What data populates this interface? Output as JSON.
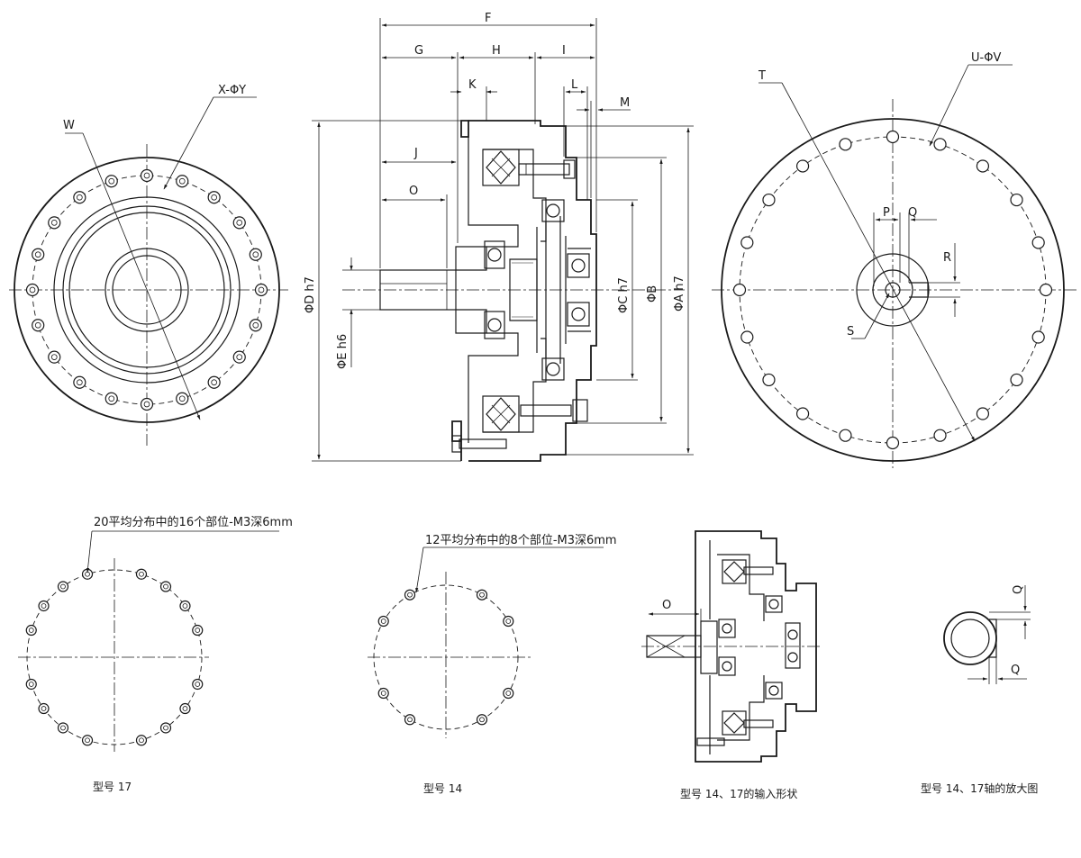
{
  "labels": {
    "F": "F",
    "G": "G",
    "H": "H",
    "I": "I",
    "J": "J",
    "K": "K",
    "L": "L",
    "M": "M",
    "O": "O",
    "dimD": "ΦD h7",
    "dimE": "ΦE h6",
    "dimC": "ΦC h7",
    "dimB": "ΦB",
    "dimA": "ΦA h7",
    "W": "W",
    "XY": "X-ΦY",
    "T": "T",
    "UV": "U-ΦV",
    "P": "P",
    "Q": "Q",
    "R": "R",
    "S": "S",
    "O2": "O",
    "Qa": "Q",
    "Qb": "Q"
  },
  "notes": {
    "model17_holes": "20平均分布中的16个部位-M3深6mm",
    "model14_holes": "12平均分布中的8个部位-M3深6mm"
  },
  "captions": {
    "model17": "型号 17",
    "model14": "型号 14",
    "input_shape": "型号 14、17的输入形状",
    "shaft_detail": "型号 14、17轴的放大图"
  }
}
